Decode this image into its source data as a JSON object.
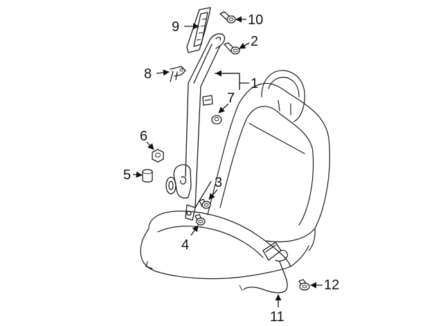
{
  "diagram": {
    "callouts": [
      {
        "id": "c1",
        "label": "1"
      },
      {
        "id": "c2",
        "label": "2"
      },
      {
        "id": "c3",
        "label": "3"
      },
      {
        "id": "c4",
        "label": "4"
      },
      {
        "id": "c5",
        "label": "5"
      },
      {
        "id": "c6",
        "label": "6"
      },
      {
        "id": "c7",
        "label": "7"
      },
      {
        "id": "c8",
        "label": "8"
      },
      {
        "id": "c9",
        "label": "9"
      },
      {
        "id": "c10",
        "label": "10"
      },
      {
        "id": "c11",
        "label": "11"
      },
      {
        "id": "c12",
        "label": "12"
      }
    ]
  }
}
